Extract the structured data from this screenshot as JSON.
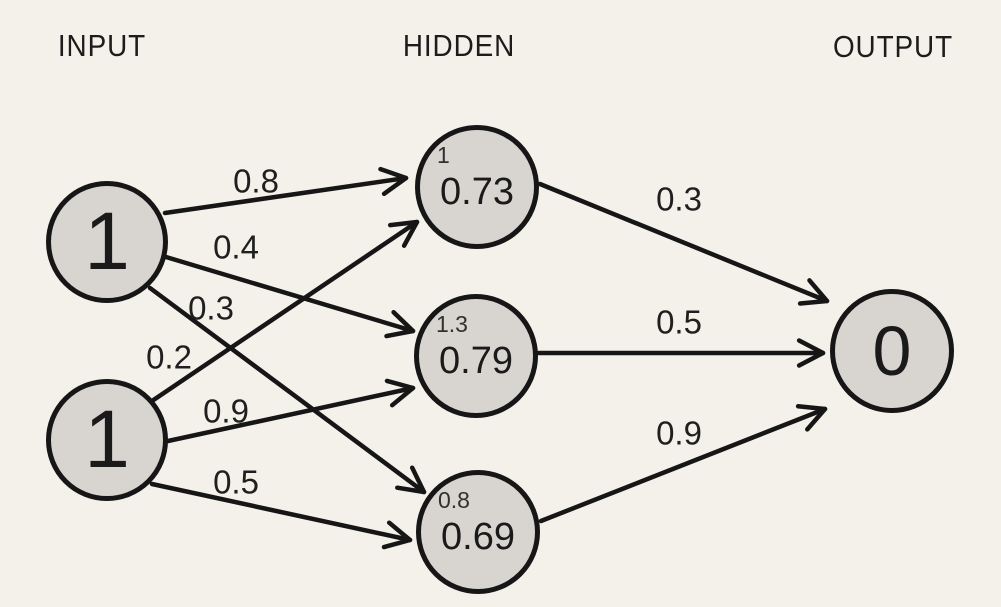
{
  "title": "Neural network diagram",
  "colors": {
    "background": "#f4f1ea",
    "node_fill": "#d8d5d1",
    "stroke": "#161616",
    "text": "#1c1c1c"
  },
  "headers": {
    "input": "INPUT",
    "hidden": "HIDDEN",
    "output": "OUTPUT"
  },
  "input_nodes": [
    {
      "value": "1"
    },
    {
      "value": "1"
    }
  ],
  "hidden_nodes": [
    {
      "pre": "1",
      "activation": "0.73"
    },
    {
      "pre": "1.3",
      "activation": "0.79"
    },
    {
      "pre": "0.8",
      "activation": "0.69"
    }
  ],
  "output_nodes": [
    {
      "value": "0"
    }
  ],
  "edges": {
    "input_to_hidden": [
      {
        "from": "input-1",
        "to": "hidden-1",
        "weight": "0.8"
      },
      {
        "from": "input-1",
        "to": "hidden-2",
        "weight": "0.4"
      },
      {
        "from": "input-1",
        "to": "hidden-3",
        "weight": "0.3"
      },
      {
        "from": "input-2",
        "to": "hidden-1",
        "weight": "0.2"
      },
      {
        "from": "input-2",
        "to": "hidden-2",
        "weight": "0.9"
      },
      {
        "from": "input-2",
        "to": "hidden-3",
        "weight": "0.5"
      }
    ],
    "hidden_to_output": [
      {
        "from": "hidden-1",
        "to": "output-1",
        "weight": "0.3"
      },
      {
        "from": "hidden-2",
        "to": "output-1",
        "weight": "0.5"
      },
      {
        "from": "hidden-3",
        "to": "output-1",
        "weight": "0.9"
      }
    ]
  }
}
